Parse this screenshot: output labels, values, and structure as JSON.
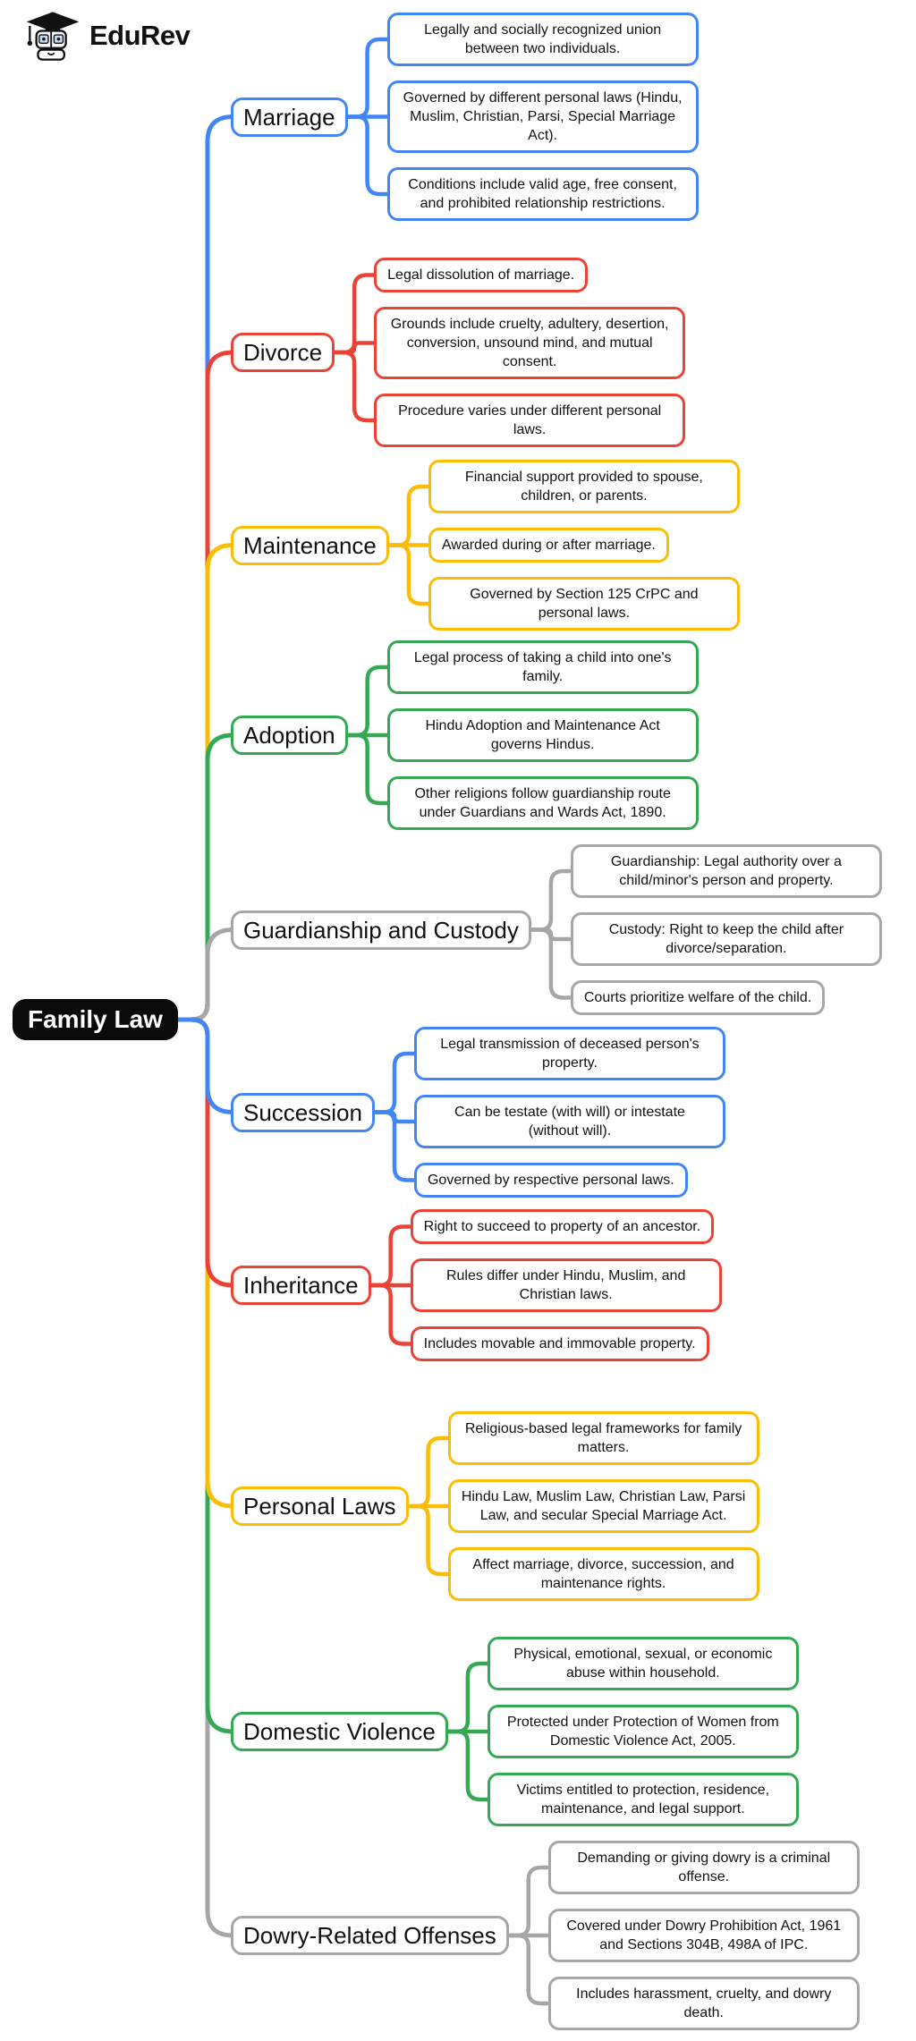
{
  "brand": {
    "name": "EduRev",
    "logo_icon": "graduation-cap-robot-icon"
  },
  "root": {
    "label": "Family Law",
    "bg_color": "#0a0a0a",
    "text_color": "#ffffff"
  },
  "branches": [
    {
      "id": "marriage",
      "label": "Marriage",
      "color": "#4285F4",
      "leaves": [
        "Legally and socially recognized union between two individuals.",
        "Governed by different personal laws (Hindu, Muslim, Christian, Parsi, Special Marriage Act).",
        "Conditions include valid age, free consent, and prohibited relationship restrictions."
      ]
    },
    {
      "id": "divorce",
      "label": "Divorce",
      "color": "#EA4335",
      "leaves": [
        "Legal dissolution of marriage.",
        "Grounds include cruelty, adultery, desertion, conversion, unsound mind, and mutual consent.",
        "Procedure varies under different personal laws."
      ]
    },
    {
      "id": "maintenance",
      "label": "Maintenance",
      "color": "#FBBC05",
      "leaves": [
        "Financial support provided to spouse, children, or parents.",
        "Awarded during or after marriage.",
        "Governed by Section 125 CrPC and personal laws."
      ]
    },
    {
      "id": "adoption",
      "label": "Adoption",
      "color": "#34A853",
      "leaves": [
        "Legal process of taking a child into one's family.",
        "Hindu Adoption and Maintenance Act governs Hindus.",
        "Other religions follow guardianship route under Guardians and Wards Act, 1890."
      ]
    },
    {
      "id": "guardianship-and-custody",
      "label": "Guardianship and Custody",
      "color": "#A6A6A6",
      "leaves": [
        "Guardianship: Legal authority over a child/minor's person and property.",
        "Custody: Right to keep the child after divorce/separation.",
        "Courts prioritize welfare of the child."
      ]
    },
    {
      "id": "succession",
      "label": "Succession",
      "color": "#4285F4",
      "leaves": [
        "Legal transmission of deceased person's property.",
        "Can be testate (with will) or intestate (without will).",
        "Governed by respective personal laws."
      ]
    },
    {
      "id": "inheritance",
      "label": "Inheritance",
      "color": "#EA4335",
      "leaves": [
        "Right to succeed to property of an ancestor.",
        "Rules differ under Hindu, Muslim, and Christian laws.",
        "Includes movable and immovable property."
      ]
    },
    {
      "id": "personal-laws",
      "label": "Personal Laws",
      "color": "#FBBC05",
      "leaves": [
        "Religious-based legal frameworks for family matters.",
        "Hindu Law, Muslim Law, Christian Law, Parsi Law, and secular Special Marriage Act.",
        "Affect marriage, divorce, succession, and maintenance rights."
      ]
    },
    {
      "id": "domestic-violence",
      "label": "Domestic Violence",
      "color": "#34A853",
      "leaves": [
        "Physical, emotional, sexual, or economic abuse within household.",
        "Protected under Protection of Women from Domestic Violence Act, 2005.",
        "Victims entitled to protection, residence, maintenance, and legal support."
      ]
    },
    {
      "id": "dowry-related-offenses",
      "label": "Dowry-Related Offenses",
      "color": "#A6A6A6",
      "leaves": [
        "Demanding or giving dowry is a criminal offense.",
        "Covered under Dowry Prohibition Act, 1961 and Sections 304B, 498A of IPC.",
        "Includes harassment, cruelty, and dowry death."
      ]
    }
  ]
}
